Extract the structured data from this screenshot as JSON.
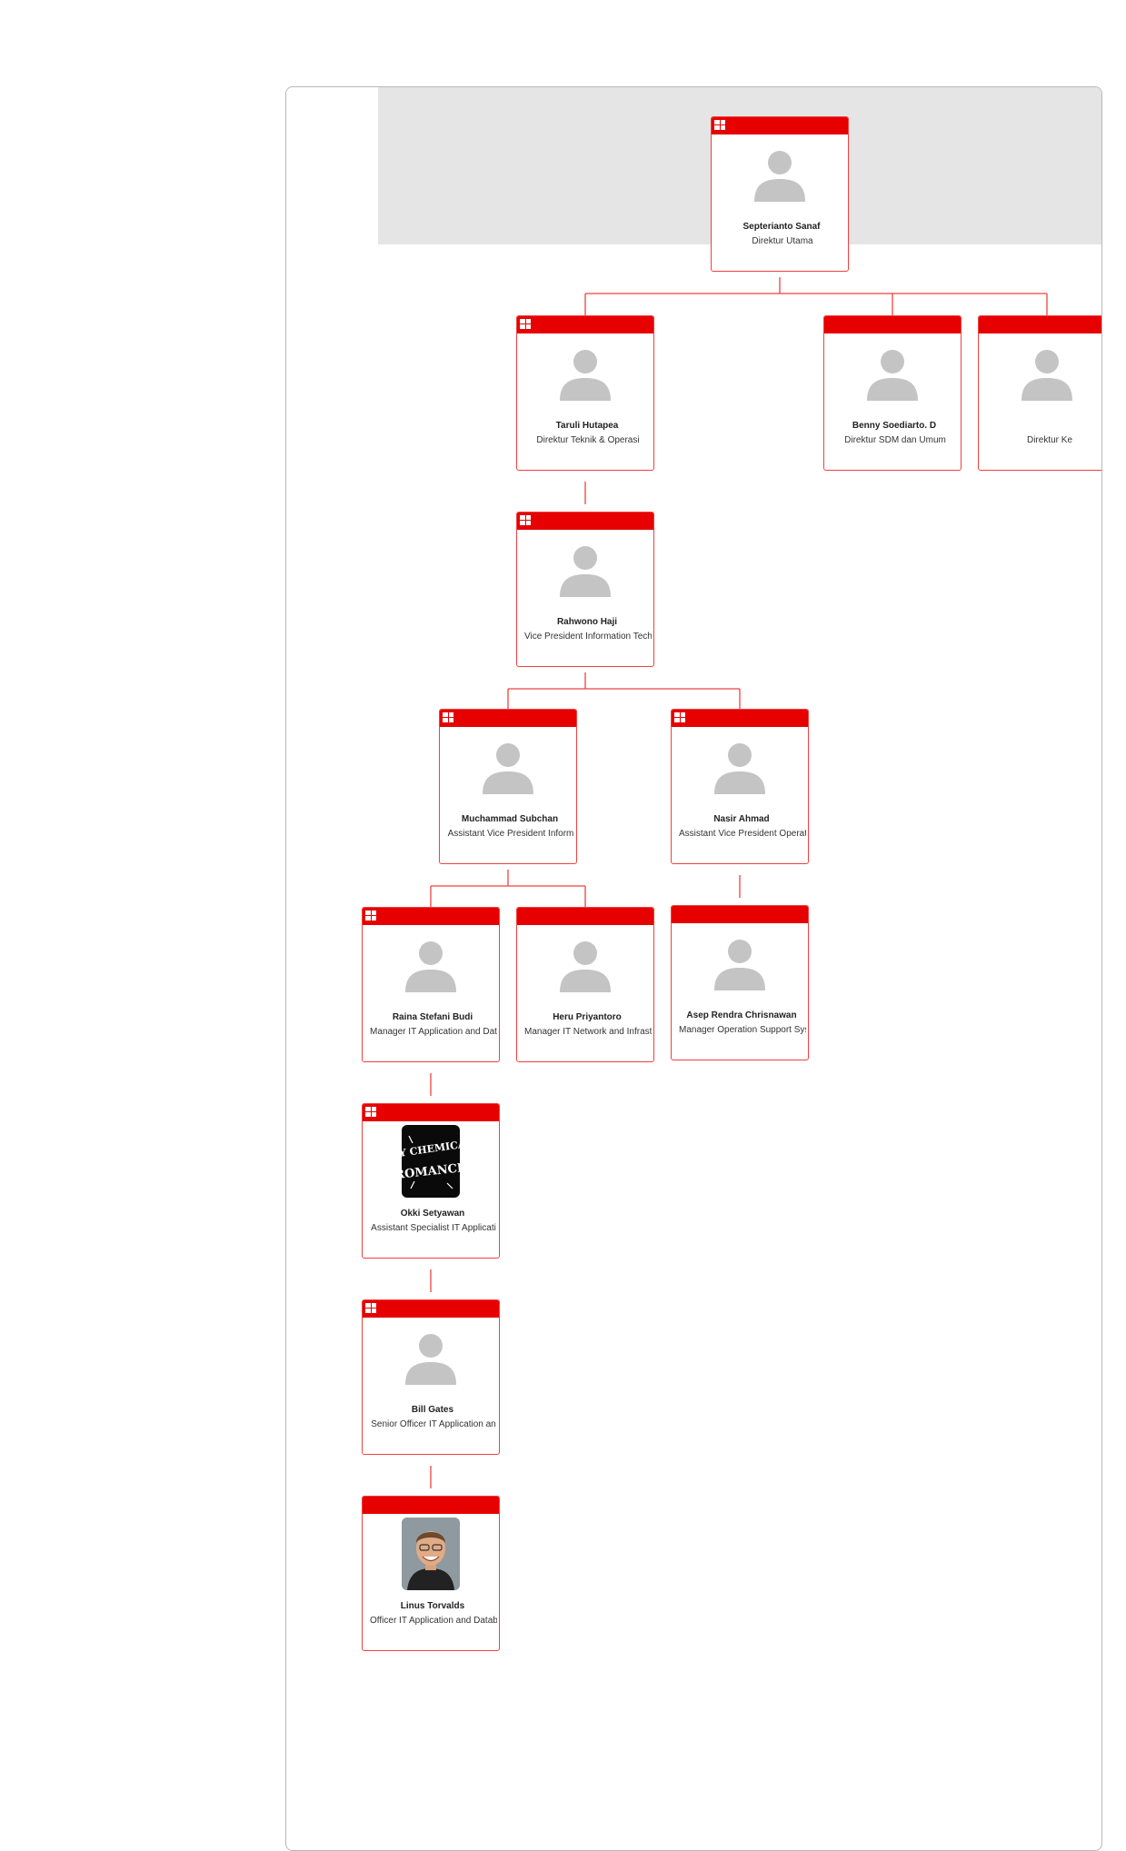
{
  "org_chart": {
    "nodes": [
      {
        "id": "septerianto",
        "name": "Septerianto Sanaf",
        "title": "Direktur Utama",
        "expand_icon": true,
        "avatar": "placeholder"
      },
      {
        "id": "taruli",
        "name": "Taruli Hutapea",
        "title": "Direktur Teknik & Operasi",
        "expand_icon": true,
        "avatar": "placeholder"
      },
      {
        "id": "benny",
        "name": "Benny Soediarto. D",
        "title": "Direktur SDM dan Umum",
        "expand_icon": false,
        "avatar": "placeholder"
      },
      {
        "id": "direktur-ke",
        "name": "",
        "title": "Direktur Ke",
        "expand_icon": false,
        "avatar": "placeholder"
      },
      {
        "id": "rahwono",
        "name": "Rahwono Haji",
        "title": "Vice President Information Tech",
        "expand_icon": true,
        "avatar": "placeholder"
      },
      {
        "id": "muchammad",
        "name": "Muchammad Subchan",
        "title": "Assistant Vice President Inform",
        "expand_icon": true,
        "avatar": "placeholder"
      },
      {
        "id": "nasir",
        "name": "Nasir Ahmad",
        "title": "Assistant Vice President Operat",
        "expand_icon": true,
        "avatar": "placeholder"
      },
      {
        "id": "raina",
        "name": "Raina Stefani Budi",
        "title": "Manager IT Application and Dat",
        "expand_icon": true,
        "avatar": "placeholder"
      },
      {
        "id": "heru",
        "name": "Heru Priyantoro",
        "title": "Manager IT Network and Infrast",
        "expand_icon": false,
        "avatar": "placeholder"
      },
      {
        "id": "asep",
        "name": "Asep Rendra Chrisnawan",
        "title": "Manager Operation Support Sys",
        "expand_icon": false,
        "avatar": "placeholder"
      },
      {
        "id": "okki",
        "name": "Okki Setyawan",
        "title": "Assistant Specialist IT Applicati",
        "expand_icon": true,
        "avatar": "photo-band-logo"
      },
      {
        "id": "bill",
        "name": "Bill Gates",
        "title": "Senior Officer IT Application an",
        "expand_icon": true,
        "avatar": "placeholder"
      },
      {
        "id": "linus",
        "name": "Linus Torvalds",
        "title": "Officer IT Application and Datab",
        "expand_icon": false,
        "avatar": "photo-portrait"
      }
    ],
    "edges": [
      [
        "septerianto",
        "taruli"
      ],
      [
        "septerianto",
        "benny"
      ],
      [
        "septerianto",
        "direktur-ke"
      ],
      [
        "taruli",
        "rahwono"
      ],
      [
        "rahwono",
        "muchammad"
      ],
      [
        "rahwono",
        "nasir"
      ],
      [
        "muchammad",
        "raina"
      ],
      [
        "muchammad",
        "heru"
      ],
      [
        "nasir",
        "asep"
      ],
      [
        "raina",
        "okki"
      ],
      [
        "okki",
        "bill"
      ],
      [
        "bill",
        "linus"
      ]
    ]
  },
  "colors": {
    "accent": "#e60000",
    "border": "#f04040",
    "avatar": "#c4c4c4",
    "band": "#e5e5e5"
  },
  "band_logo_text": "MY CHEMICAL ROMANCE"
}
